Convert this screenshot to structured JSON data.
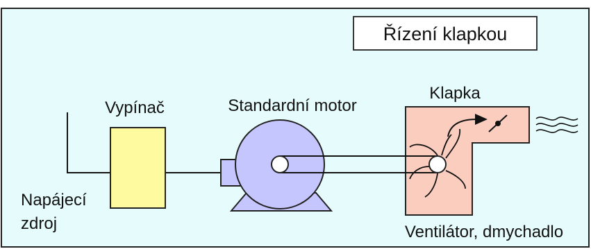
{
  "title": "Řízení klapkou",
  "labels": {
    "switch": "Vypínač",
    "motor": "Standardní motor",
    "damper": "Klapka",
    "power_line1": "Napájecí",
    "power_line2": "zdroj",
    "fan": "Ventilátor, dmychadlo"
  },
  "colors": {
    "background": "#e6fbfb",
    "switch_fill": "#fdfaa0",
    "motor_fill": "#c6c6ff",
    "fan_housing_fill": "#fbcdbf",
    "line": "#111111"
  }
}
